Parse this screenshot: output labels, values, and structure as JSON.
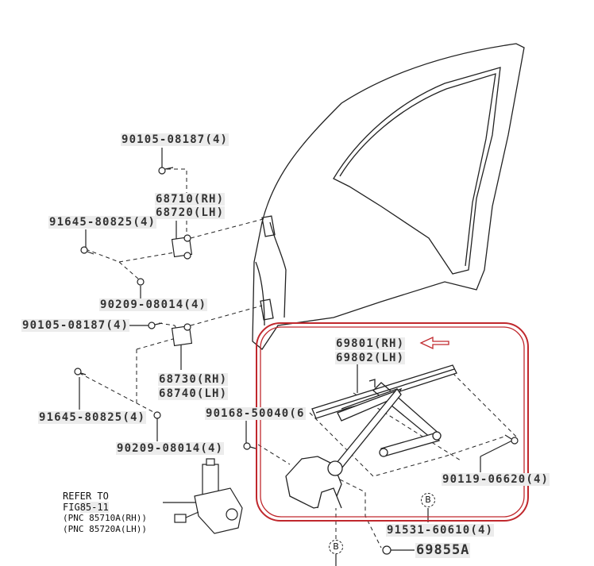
{
  "callouts": {
    "bolt_upper_hinge_top": "90105-08187(4)",
    "upper_hinge_rh": "68710(RH)",
    "upper_hinge_lh": "68720(LH)",
    "bolt_upper_hinge_body": "91645-80825(4)",
    "nut_upper_hinge": "90209-08014(4)",
    "bolt_lower_hinge_top": "90105-08187(4)",
    "lower_hinge_rh": "68730(RH)",
    "lower_hinge_lh": "68740(LH)",
    "bolt_lower_hinge_body": "91645-80825(4)",
    "nut_lower_hinge": "90209-08014(4)",
    "bolt_regulator": "90168-50040(6",
    "regulator_rh": "69801(RH)",
    "regulator_lh": "69802(LH)",
    "bolt_regulator_channel": "90119-06620(4)",
    "nut_regulator": "91531-60610(4)",
    "clip": "69855A",
    "ref_marker_1": "B",
    "ref_marker_2": "B"
  },
  "motor_note": {
    "line1": "REFER TO",
    "line2_prefix": "FIG",
    "line2_fig": "85-11",
    "line3": "(PNC 85710A(RH))",
    "line4": "(PNC 85720A(LH))"
  },
  "colors": {
    "highlight_box": "#c0282d",
    "label_bg": "#ececec"
  }
}
